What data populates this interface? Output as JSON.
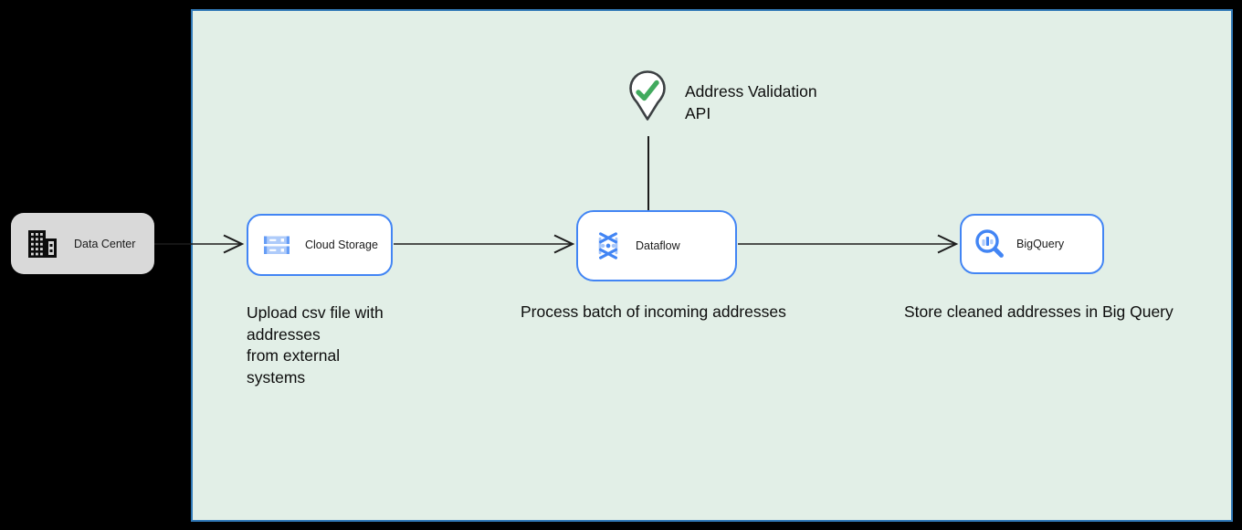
{
  "colors": {
    "canvas_bg": "#000000",
    "boundary_fill": "#e2efe7",
    "boundary_border": "#3179b7",
    "node_border_blue": "#4285f4",
    "node_fill": "#ffffff",
    "data_center_fill": "#d9d9d9",
    "connector": "#1c1c1c",
    "check_green": "#41aa5e",
    "icon_blue": "#4285f4",
    "icon_blue_light": "#aecbfa"
  },
  "nodes": {
    "data_center": {
      "label": "Data Center",
      "icon": "building-icon"
    },
    "cloud_storage": {
      "label": "Cloud Storage",
      "icon": "cloud-storage-icon"
    },
    "dataflow": {
      "label": "Dataflow",
      "icon": "dataflow-icon"
    },
    "bigquery": {
      "label": "BigQuery",
      "icon": "bigquery-icon"
    }
  },
  "annotations": {
    "address_validation_api": "Address Validation\nAPI",
    "upload_caption": "Upload csv file with\naddresses\nfrom external\nsystems",
    "process_caption": "Process batch of incoming addresses",
    "store_caption": "Store cleaned addresses in Big Query"
  }
}
